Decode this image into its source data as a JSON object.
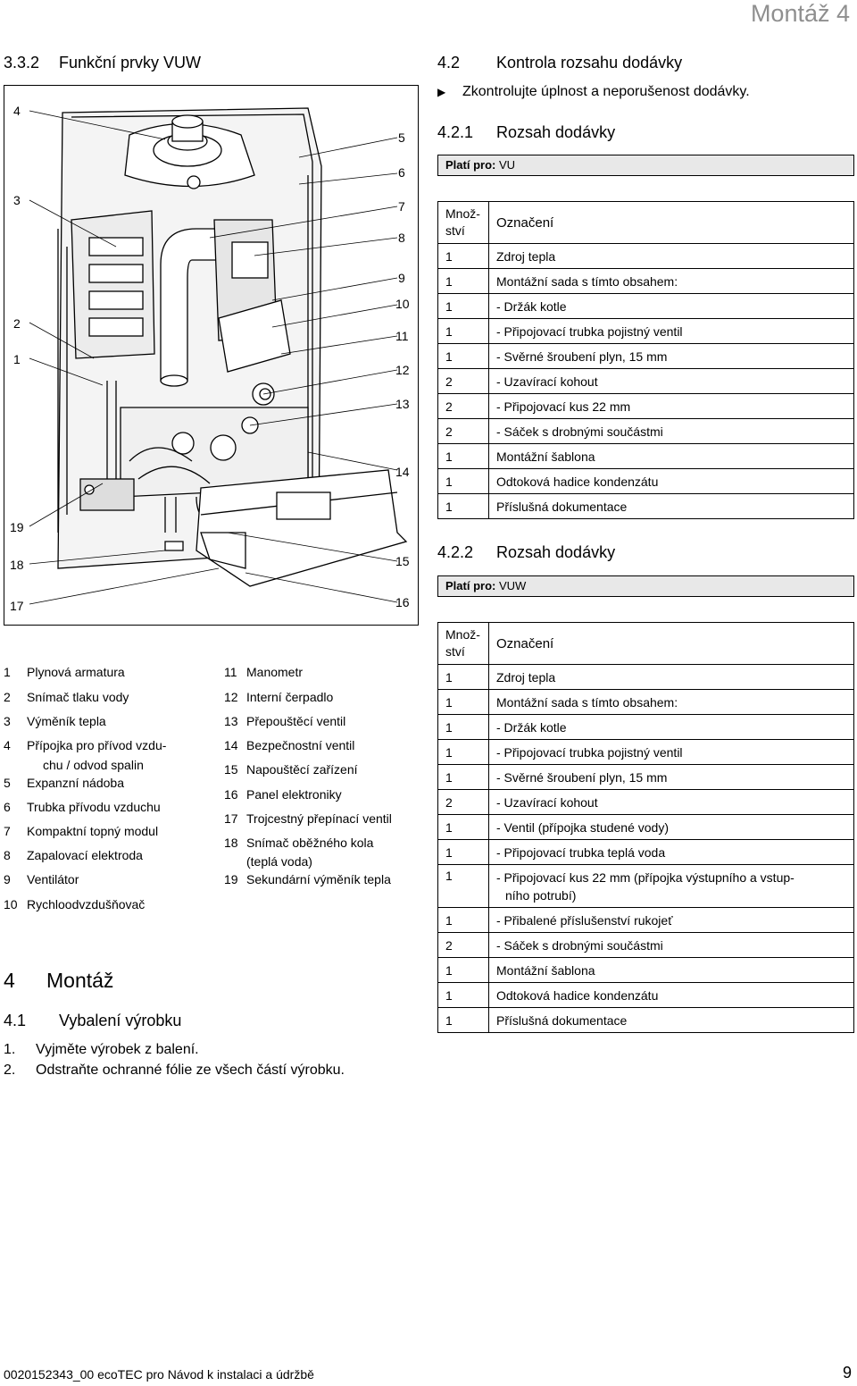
{
  "header": {
    "chapter": "Montáž 4"
  },
  "section_332": {
    "num": "3.3.2",
    "title": "Funkční prvky VUW"
  },
  "figure": {
    "callouts_left": [
      "4",
      "3",
      "2",
      "1",
      "19",
      "18",
      "17"
    ],
    "callouts_right": [
      "5",
      "6",
      "7",
      "8",
      "9",
      "10",
      "11",
      "12",
      "13",
      "14",
      "15",
      "16"
    ]
  },
  "legend_left": [
    {
      "n": "1",
      "t": "Plynová armatura"
    },
    {
      "n": "2",
      "t": "Snímač tlaku vody"
    },
    {
      "n": "3",
      "t": "Výměník tepla"
    },
    {
      "n": "4",
      "t": "Přípojka pro přívod vzdu-"
    },
    {
      "n": "",
      "t": "chu / odvod spalin"
    },
    {
      "n": "5",
      "t": "Expanzní nádoba"
    },
    {
      "n": "6",
      "t": "Trubka přívodu vzduchu"
    },
    {
      "n": "7",
      "t": "Kompaktní topný modul"
    },
    {
      "n": "8",
      "t": "Zapalovací elektroda"
    },
    {
      "n": "9",
      "t": "Ventilátor"
    },
    {
      "n": "10",
      "t": "Rychloodvzdušňovač"
    }
  ],
  "legend_right": [
    {
      "n": "11",
      "t": "Manometr"
    },
    {
      "n": "12",
      "t": "Interní čerpadlo"
    },
    {
      "n": "13",
      "t": "Přepouštěcí ventil"
    },
    {
      "n": "14",
      "t": "Bezpečnostní ventil"
    },
    {
      "n": "15",
      "t": "Napouštěcí zařízení"
    },
    {
      "n": "16",
      "t": "Panel elektroniky"
    },
    {
      "n": "17",
      "t": "Trojcestný přepínací ventil"
    },
    {
      "n": "18",
      "t": "Snímač oběžného kola"
    },
    {
      "n": "",
      "t": "(teplá voda)"
    },
    {
      "n": "19",
      "t": "Sekundární výměník tepla"
    }
  ],
  "section_4": {
    "num": "4",
    "title": "Montáž"
  },
  "section_41": {
    "num": "4.1",
    "title": "Vybalení výrobku"
  },
  "steps_41": [
    {
      "n": "1.",
      "t": "Vyjměte výrobek z balení."
    },
    {
      "n": "2.",
      "t": "Odstraňte ochranné fólie ze všech částí výrobku."
    }
  ],
  "section_42": {
    "num": "4.2",
    "title": "Kontrola rozsahu dodávky"
  },
  "bullet_42": "Zkontrolujte úplnost a neporušenost dodávky.",
  "section_421": {
    "num": "4.2.1",
    "title": "Rozsah dodávky"
  },
  "plati_421": {
    "label": "Platí pro:",
    "value": "VU"
  },
  "table_head": {
    "qty_line1": "Množ-",
    "qty_line2": "ství",
    "name": "Označení"
  },
  "table_421": [
    {
      "q": "1",
      "d": "Zdroj tepla"
    },
    {
      "q": "1",
      "d": "Montážní sada s tímto obsahem:"
    },
    {
      "q": "1",
      "d": "- Držák kotle"
    },
    {
      "q": "1",
      "d": "- Připojovací trubka pojistný ventil"
    },
    {
      "q": "1",
      "d": "- Svěrné šroubení plyn, 15 mm"
    },
    {
      "q": "2",
      "d": "- Uzavírací kohout"
    },
    {
      "q": "2",
      "d": "- Připojovací kus 22 mm"
    },
    {
      "q": "2",
      "d": "- Sáček s drobnými součástmi"
    },
    {
      "q": "1",
      "d": "Montážní šablona"
    },
    {
      "q": "1",
      "d": "Odtoková hadice kondenzátu"
    },
    {
      "q": "1",
      "d": "Příslušná dokumentace"
    }
  ],
  "section_422": {
    "num": "4.2.2",
    "title": "Rozsah dodávky"
  },
  "plati_422": {
    "label": "Platí pro:",
    "value": "VUW"
  },
  "table_422": [
    {
      "q": "1",
      "d": "Zdroj tepla"
    },
    {
      "q": "1",
      "d": "Montážní sada s tímto obsahem:"
    },
    {
      "q": "1",
      "d": "- Držák kotle"
    },
    {
      "q": "1",
      "d": "- Připojovací trubka pojistný ventil"
    },
    {
      "q": "1",
      "d": "- Svěrné šroubení plyn, 15 mm"
    },
    {
      "q": "2",
      "d": "- Uzavírací kohout"
    },
    {
      "q": "1",
      "d": "- Ventil (přípojka studené vody)"
    },
    {
      "q": "1",
      "d": "- Připojovací trubka teplá voda"
    },
    {
      "q": "1",
      "d": "- Připojovací kus 22 mm (přípojka výstupního a vstup-",
      "d2": "ního potrubí)"
    },
    {
      "q": "1",
      "d": "- Přibalené příslušenství rukojeť"
    },
    {
      "q": "2",
      "d": "- Sáček s drobnými součástmi"
    },
    {
      "q": "1",
      "d": "Montážní šablona"
    },
    {
      "q": "1",
      "d": "Odtoková hadice kondenzátu"
    },
    {
      "q": "1",
      "d": "Příslušná dokumentace"
    }
  ],
  "footer": {
    "left": "0020152343_00 ecoTEC pro Návod k instalaci a údržbě",
    "page": "9"
  }
}
